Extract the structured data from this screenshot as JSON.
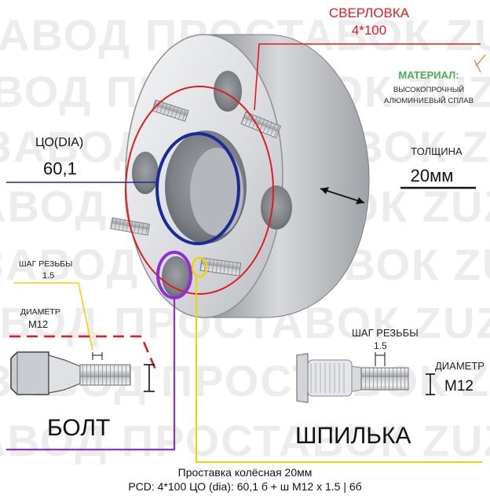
{
  "watermark": {
    "rows": [
      "ЗАВОД ПРОСТАВОК ZUZ™",
      "ЗАВОД ПРОСТАВОК ZUZ™",
      "ЗАВОД ПРОСТАВОК ZUZ™",
      "ЗАВОД ПРОСТАВОК ZUZ™",
      "ЗАВОД ПРОСТАВОК ZUZ™",
      "ЗАВОД ПРОСТАВОК ZUZ™",
      "ЗАВОД ПРОСТАВОК ZUZ™",
      "ЗАВОД ПРОСТАВОК ZUZ™"
    ]
  },
  "drilling": {
    "label": "СВЕРЛОВКА",
    "value": "4*100",
    "color": "#e01b22"
  },
  "material": {
    "label": "МАТЕРИАЛ:",
    "line1": "ВЫСОКОПРОЧНЫЙ",
    "line2": "АЛЮМИНИЕВЫЙ СПЛАВ",
    "color": "#4caf50"
  },
  "center_bore": {
    "label": "ЦО(DIA)",
    "value": "60,1",
    "color": "#1a2a9c"
  },
  "thickness": {
    "label": "ТОЛЩИНА",
    "value": "20мм"
  },
  "bolt": {
    "thread_pitch_label": "ШАГ РЕЗЬБЫ",
    "thread_pitch_value": "1.5",
    "diameter_label": "ДИАМЕТР",
    "diameter_value": "M12",
    "name": "БОЛТ",
    "accent": "#8e2fd6"
  },
  "stud": {
    "thread_pitch_label": "ШАГ РЕЗЬБЫ",
    "thread_pitch_value": "1.5",
    "diameter_label": "ДИАМЕТР",
    "diameter_value": "M12",
    "name": "ШПИЛЬКА",
    "accent": "#f2d300"
  },
  "caption": {
    "line1": "Проставка колёсная 20мм",
    "line2": "PCD: 4*100 ЦО (dia): 60,1 б + ш М12 x 1.5 | 6б"
  }
}
